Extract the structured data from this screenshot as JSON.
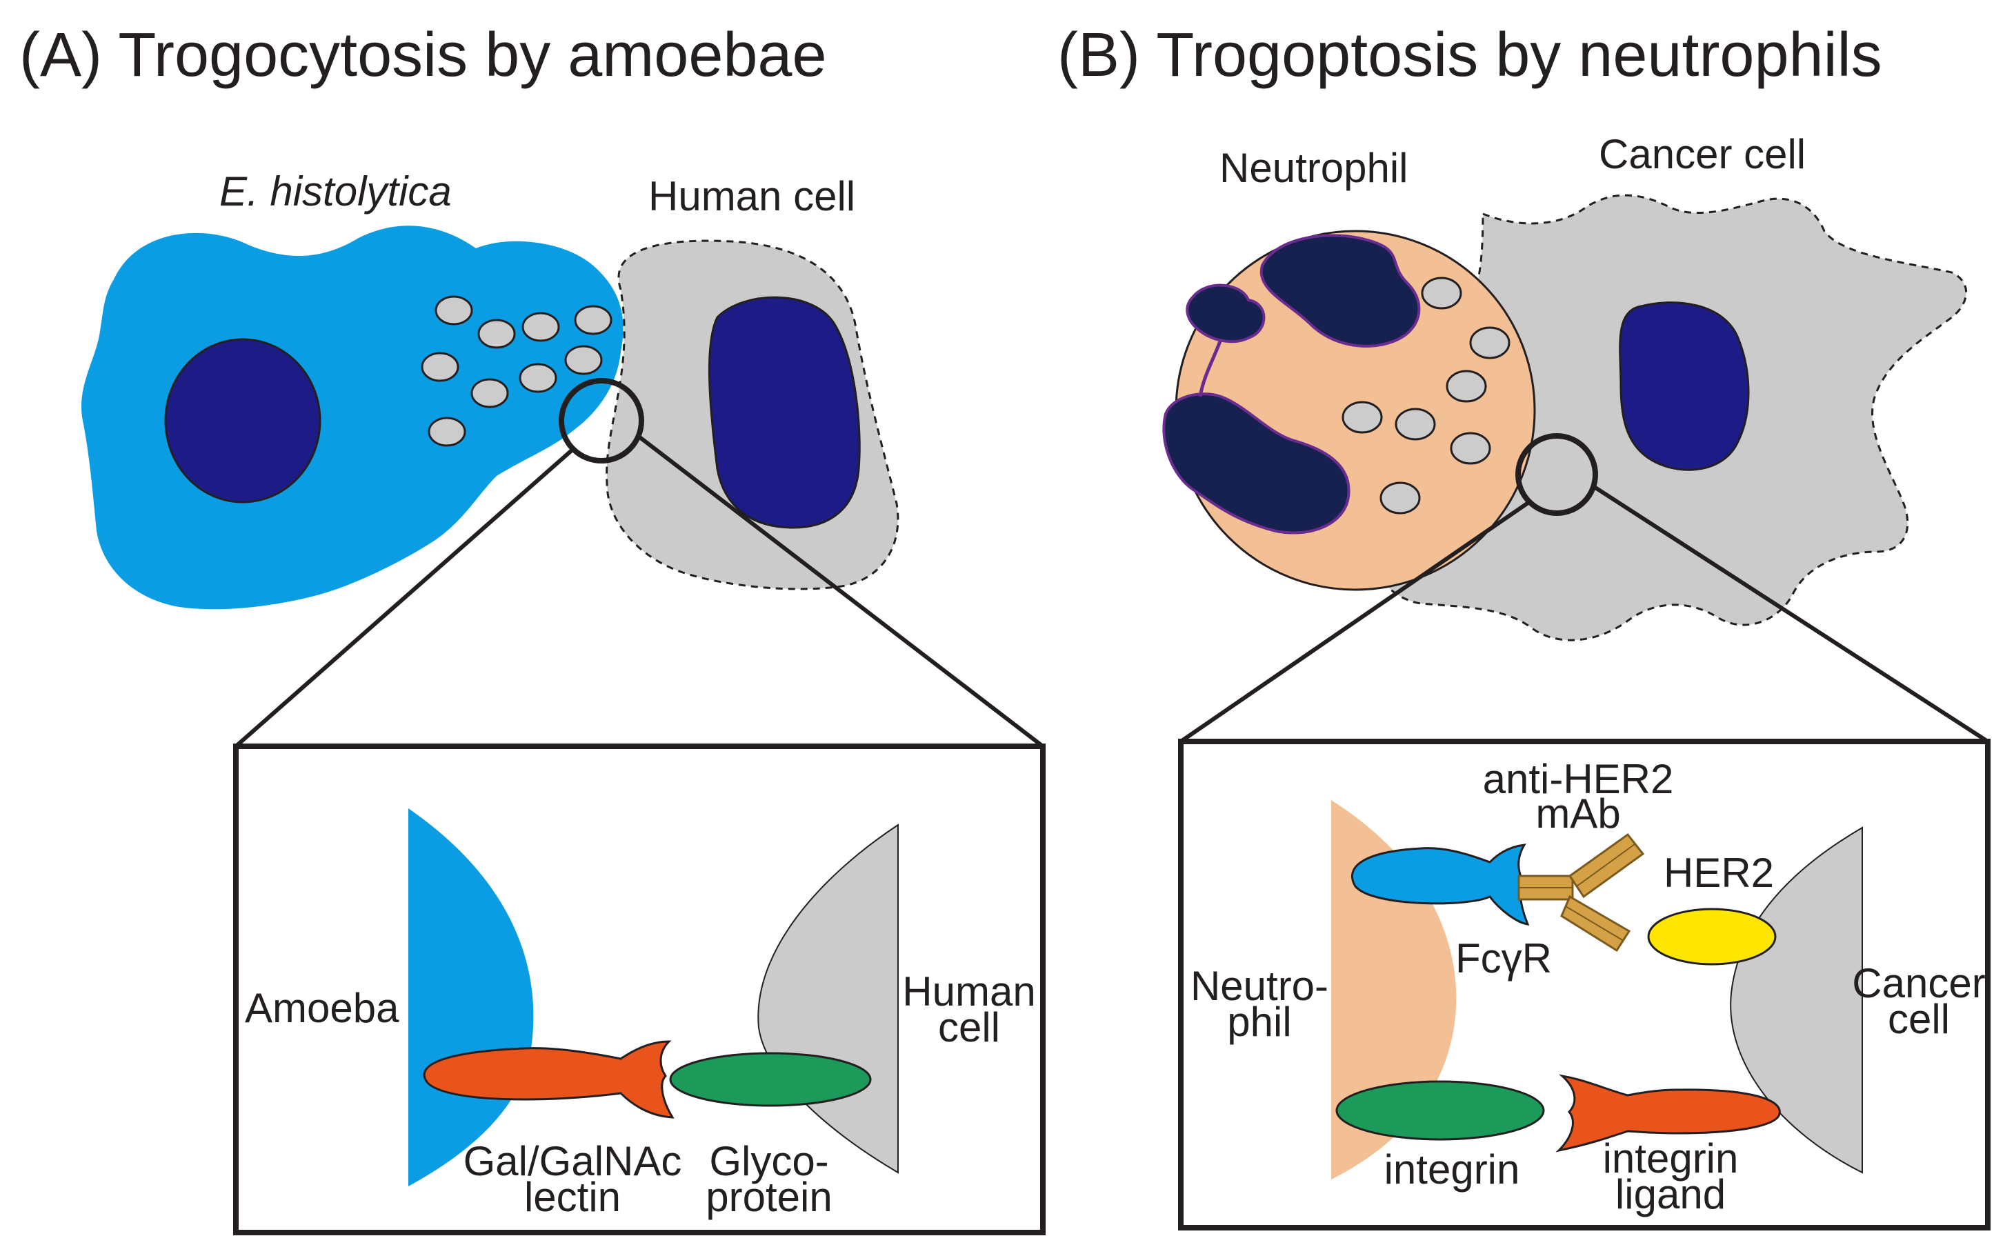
{
  "panel_a": {
    "title": "(A) Trogocytosis by amoebae",
    "amoeba_label": "E. histolytica",
    "human_cell_label": "Human cell",
    "zoom": {
      "amoeba": "Amoeba",
      "human_1": "Human",
      "human_2": "cell",
      "lectin_1": "Gal/GalNAc",
      "lectin_2": "lectin",
      "glyco_1": "Glyco-",
      "glyco_2": "protein"
    }
  },
  "panel_b": {
    "title": "(B) Trogoptosis by neutrophils",
    "neutrophil_label": "Neutrophil",
    "cancer_cell_label": "Cancer cell",
    "zoom": {
      "mab_1": "anti-HER2",
      "mab_2": "mAb",
      "her2": "HER2",
      "fcr": "FcγR",
      "neutro_1": "Neutro-",
      "neutro_2": "phil",
      "cancer_1": "Cancer",
      "cancer_2": "cell",
      "integrin": "integrin",
      "ligand_1": "integrin",
      "ligand_2": "ligand"
    }
  },
  "colors": {
    "amoeba_blue": "#0b9de3",
    "nucleus_navy": "#1d1c87",
    "neutro_nucleus": "#17214f",
    "vesicle_gray": "#cccccc",
    "cell_gray": "#cbcbcb",
    "neutro_peach": "#f3bf94",
    "lectin_orange": "#e8541c",
    "glyco_green": "#1c9a5a",
    "her2_yellow": "#ffe600",
    "antibody_gold": "#d4a146",
    "outline": "#231f20"
  }
}
